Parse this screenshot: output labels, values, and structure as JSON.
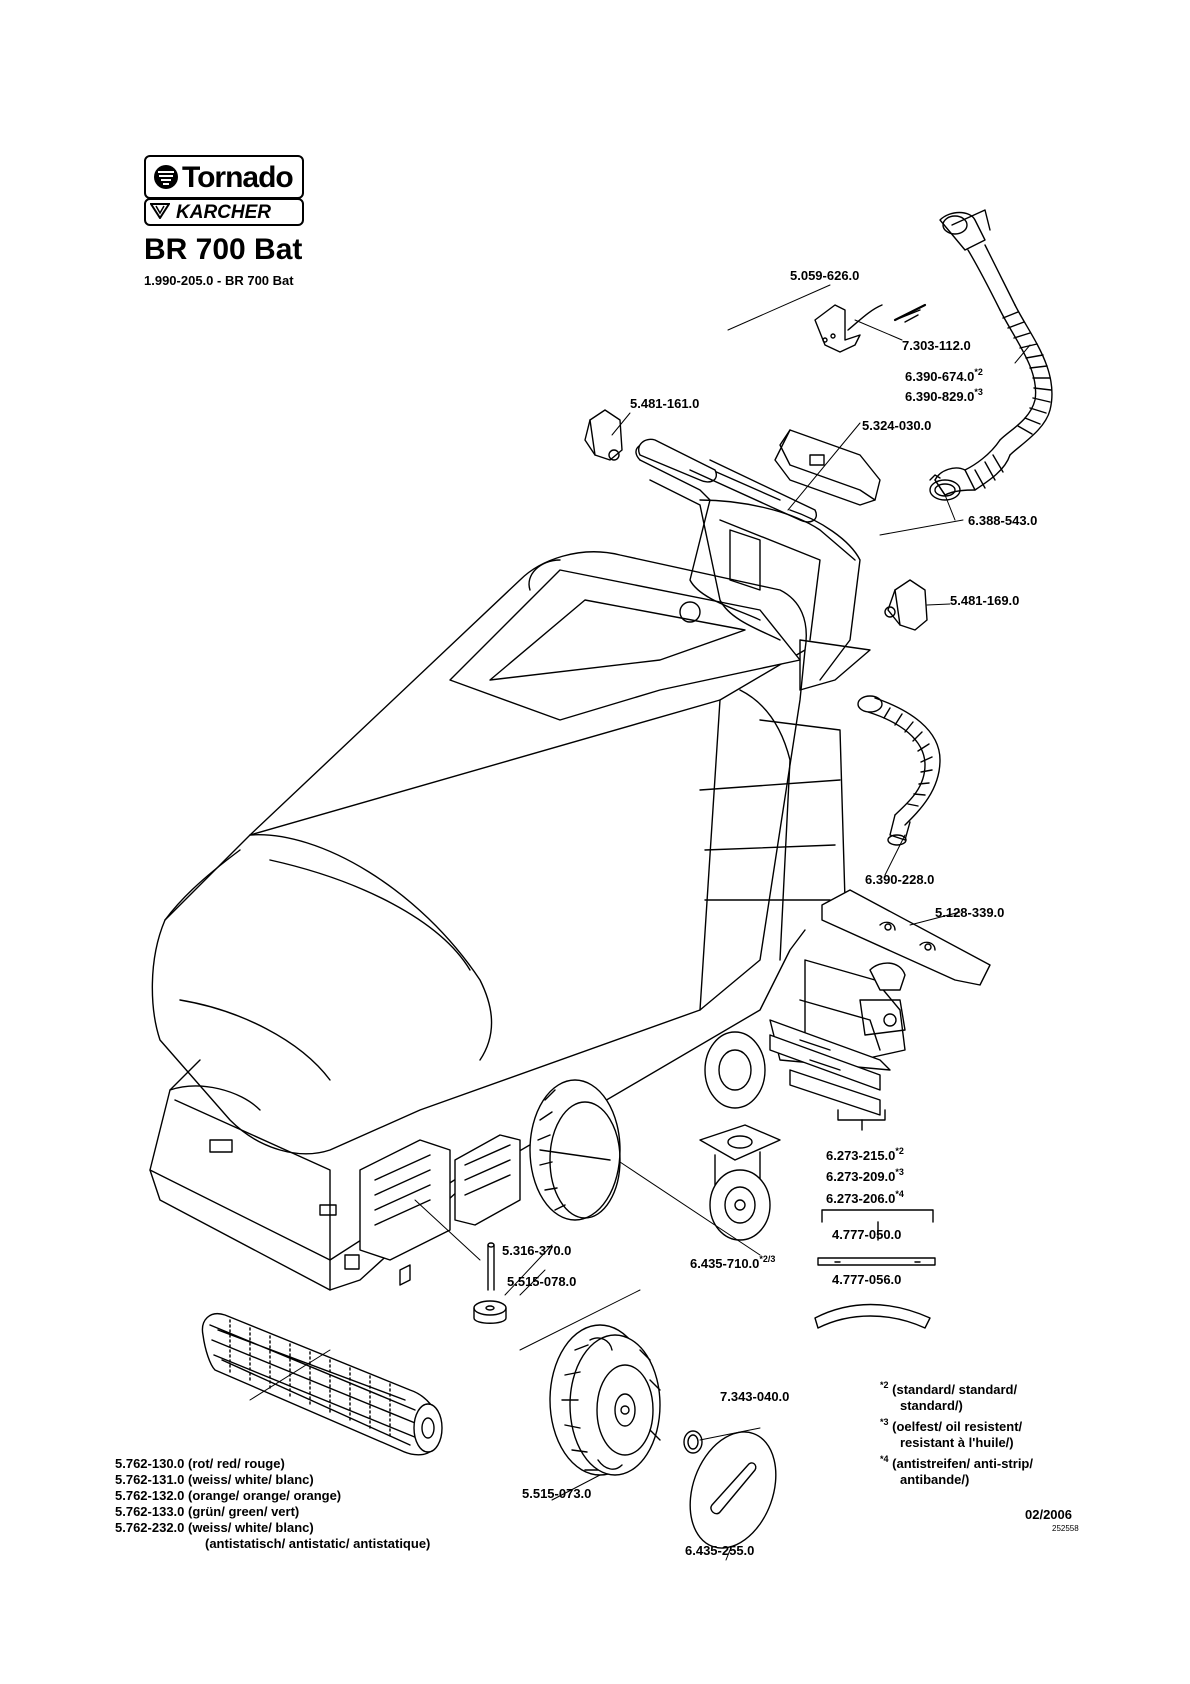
{
  "header": {
    "brand_top": "Tornado",
    "brand_bottom": "KARCHER",
    "model_title": "BR 700 Bat",
    "model_subtitle": "1.990-205.0  - BR 700 Bat"
  },
  "parts": [
    {
      "id": "p1",
      "label": "5.059-626.0"
    },
    {
      "id": "p2",
      "label": "7.303-112.0"
    },
    {
      "id": "p3",
      "label": "6.390-674.0",
      "sup": "*2"
    },
    {
      "id": "p4",
      "label": "6.390-829.0",
      "sup": "*3"
    },
    {
      "id": "p5",
      "label": "5.481-161.0"
    },
    {
      "id": "p6",
      "label": "5.324-030.0"
    },
    {
      "id": "p7",
      "label": "6.388-543.0"
    },
    {
      "id": "p8",
      "label": "5.481-169.0"
    },
    {
      "id": "p9",
      "label": "6.390-228.0"
    },
    {
      "id": "p10",
      "label": "5.128-339.0"
    },
    {
      "id": "p11",
      "label": "6.273-215.0",
      "sup": "*2"
    },
    {
      "id": "p12",
      "label": "6.273-209.0",
      "sup": "*3"
    },
    {
      "id": "p13",
      "label": "6.273-206.0",
      "sup": "*4"
    },
    {
      "id": "p14",
      "label": "4.777-050.0"
    },
    {
      "id": "p15",
      "label": "4.777-056.0"
    },
    {
      "id": "p16",
      "label": "5.316-370.0"
    },
    {
      "id": "p17",
      "label": "5.515-078.0"
    },
    {
      "id": "p18",
      "label": "6.435-710.0",
      "sup": "*2/3"
    },
    {
      "id": "p19",
      "label": "7.343-040.0"
    },
    {
      "id": "p20",
      "label": "5.515-073.0"
    },
    {
      "id": "p21",
      "label": "6.435-255.0"
    }
  ],
  "brush_list": [
    "5.762-130.0 (rot/ red/ rouge)",
    "5.762-131.0 (weiss/ white/ blanc)",
    "5.762-132.0 (orange/ orange/ orange)",
    "5.762-133.0 (grün/ green/ vert)",
    "5.762-232.0 (weiss/ white/ blanc)",
    "(antistatisch/ antistatic/ antistatique)"
  ],
  "legend": [
    {
      "mark": "*2",
      "line1": "(standard/ standard/",
      "line2": "standard/)"
    },
    {
      "mark": "*3",
      "line1": "(oelfest/ oil resistent/",
      "line2": "resistant à l'huile/)"
    },
    {
      "mark": "*4",
      "line1": "(antistreifen/ anti-strip/",
      "line2": "antibande/)"
    }
  ],
  "footer": {
    "date": "02/2006",
    "code": "252558"
  }
}
